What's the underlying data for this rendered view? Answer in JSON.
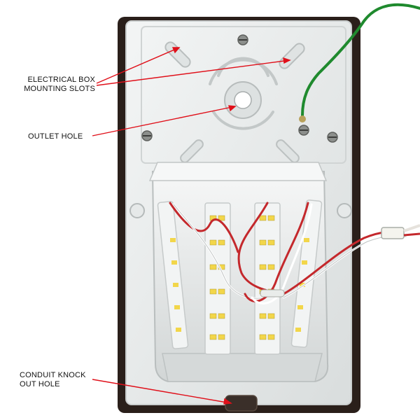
{
  "annotations": {
    "mounting_slots": {
      "line1": "ELECTRICAL BOX",
      "line2": "MOUNTING SLOTS"
    },
    "outlet_hole": {
      "text": "OUTLET HOLE"
    },
    "conduit": {
      "line1": "CONDUIT KNOCK",
      "line2": "OUT HOLE"
    }
  },
  "colors": {
    "pointer_line": "#e0101a",
    "housing_frame": "#2a1f1a",
    "backplate": "#e9ecec",
    "led_board": "#f2f4f4",
    "led_chip": "#f2d64a",
    "ground_wire": "#1f8a2e",
    "red_wire": "#c4282c"
  }
}
